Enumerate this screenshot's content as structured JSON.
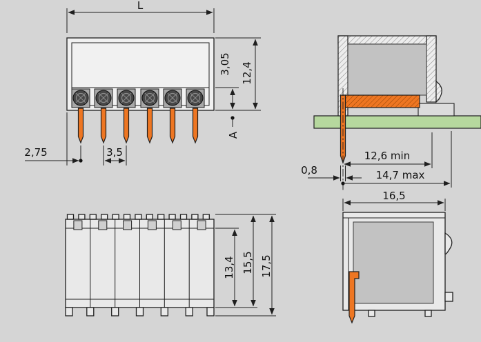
{
  "colors": {
    "background": "#d5d5d5",
    "outline": "#1f1f1f",
    "housing_fill": "#e9e9e9",
    "insert_fill": "#c2c2c2",
    "contact_orange": "#ee7622",
    "pcb_green": "#b6d89e"
  },
  "pole_count": 6,
  "views": {
    "front_top": {
      "dim_L": "L",
      "dim_3_05": "3,05",
      "dim_12_4": "12,4",
      "dim_2_75": "2,75",
      "dim_3_5": "3,5",
      "label_A": "A"
    },
    "side_top": {
      "dim_0_8": "0,8",
      "dim_12_6": "12,6 min",
      "dim_14_7": "14,7 max"
    },
    "front_bottom": {
      "dim_13_4": "13,4",
      "dim_15_5": "15,5",
      "dim_17_5": "17,5"
    },
    "side_bottom": {
      "dim_16_5": "16,5"
    }
  }
}
